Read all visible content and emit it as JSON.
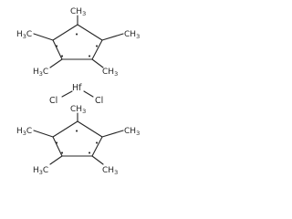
{
  "molecule": {
    "metal": "Hf",
    "halide": "Cl",
    "methyl": "CH3",
    "methyl_left": "H3C",
    "radical": "•"
  }
}
